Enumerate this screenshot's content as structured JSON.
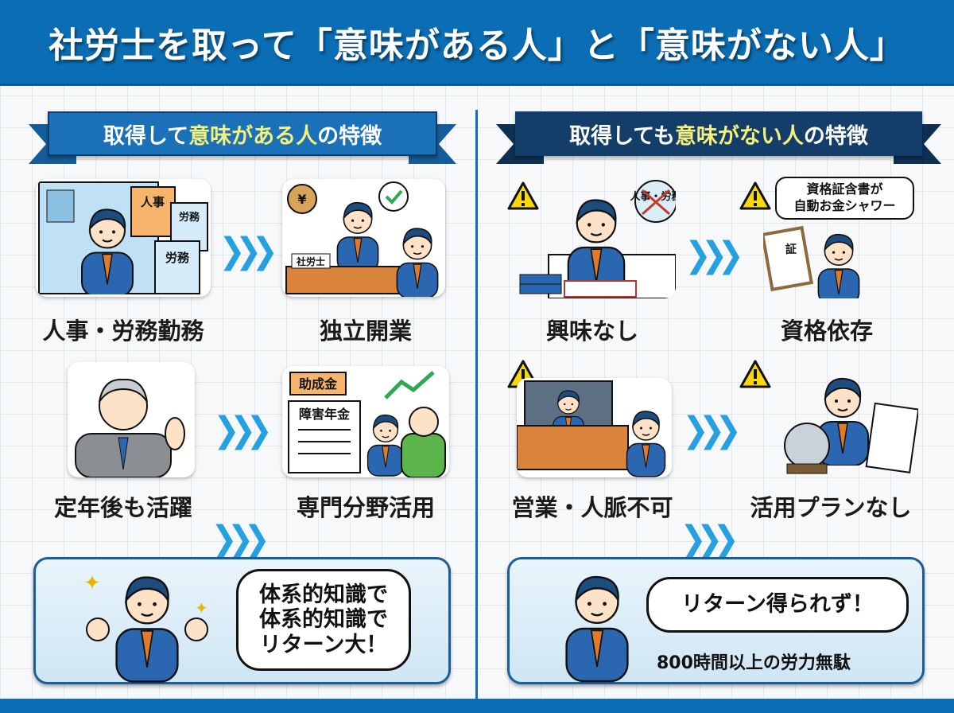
{
  "title": "社労士を取って「意味がある人」と「意味がない人」",
  "left": {
    "banner": {
      "pre": "取得して",
      "highlight": "意味がある人",
      "post": "の特徴"
    },
    "items": [
      {
        "label": "人事・労務勤務",
        "doc_labels": [
          "人事",
          "労務",
          "労務"
        ]
      },
      {
        "label": "独立開業",
        "sign": "社労士",
        "coin_symbol": "¥"
      },
      {
        "label": "定年後も活躍"
      },
      {
        "label": "専門分野活用",
        "doc_labels": [
          "助成金",
          "障害年金"
        ]
      }
    ],
    "result_bubble": [
      "体系的知識で",
      "体系的知識で",
      "リターン大！"
    ]
  },
  "right": {
    "banner": {
      "pre": "取得しても",
      "highlight": "意味がない人",
      "post": "の特徴"
    },
    "items": [
      {
        "label": "興味なし",
        "bubble": "人事・労務"
      },
      {
        "label": "資格依存",
        "bubble": [
          "資格証含書が",
          "自動お金シャワー"
        ],
        "certificate": "証"
      },
      {
        "label": "営業・人脈不可"
      },
      {
        "label": "活用プランなし"
      }
    ],
    "result_bubble": "リターン得られず！",
    "result_note": "800時間以上の労力無駄"
  },
  "colors": {
    "header": "#0b6db3",
    "arrow": "#26a0e0",
    "highlight": "#f4f07a",
    "warning": "#f5d90a"
  },
  "icons": [
    "chevron-arrows-icon",
    "warning-icon",
    "money-bag-icon",
    "check-bubble-icon",
    "sparkle-icon",
    "crystal-ball-icon"
  ]
}
